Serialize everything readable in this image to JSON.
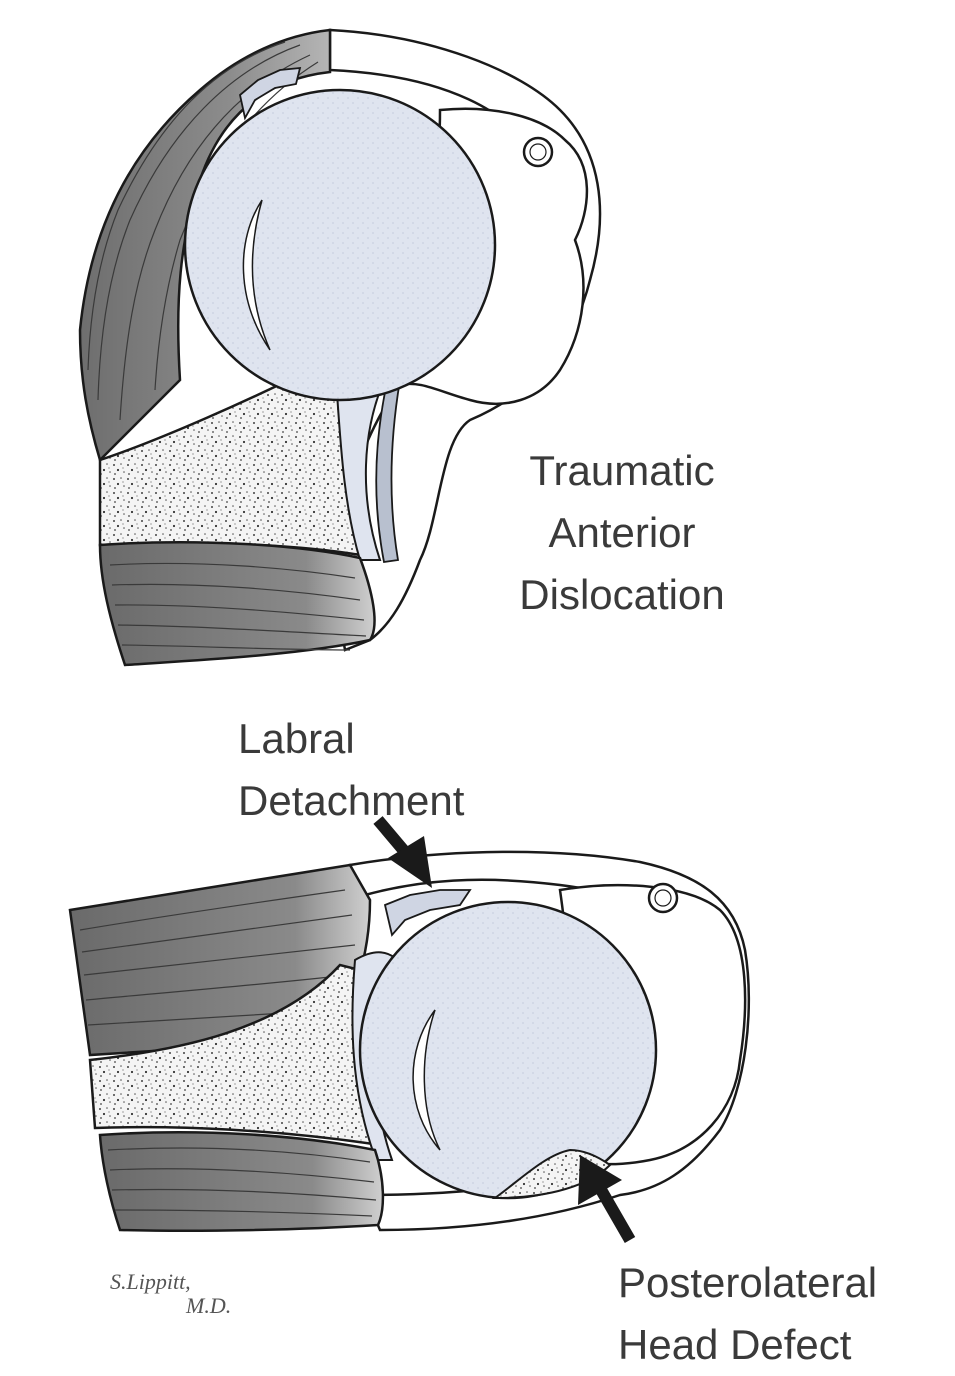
{
  "labels": {
    "dislocation": [
      "Traumatic",
      "Anterior",
      "Dislocation"
    ],
    "labral": [
      "Labral",
      "Detachment"
    ],
    "defect": [
      "Posterolateral",
      "Head Defect"
    ]
  },
  "signature": [
    "S.Lippitt,",
    "M.D."
  ],
  "colors": {
    "muscle": "#7a7a7a",
    "muscle_light": "#a8a8a8",
    "humeral_head": "#dfe4ef",
    "bone_outline": "#1a1a1a",
    "cancellous": "#ededed",
    "text": "#3a3a3a"
  }
}
